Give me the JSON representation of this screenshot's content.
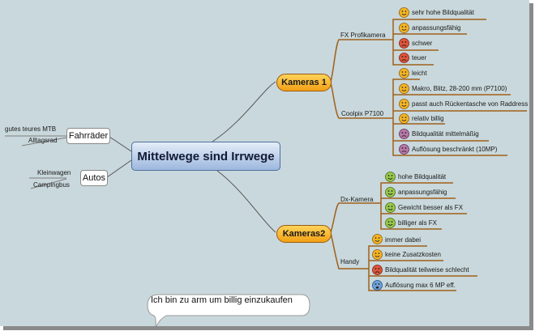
{
  "center": "Mittelwege sind Irrwege",
  "left": {
    "fahrraeder": {
      "label": "Fahrräder",
      "items": [
        "gutes teures MTB",
        "Alltagsrad"
      ]
    },
    "autos": {
      "label": "Autos",
      "items": [
        "Kleinwagen",
        "Campingbus"
      ]
    }
  },
  "kameras1": {
    "label": "Kameras 1",
    "groups": [
      {
        "label": "FX Profikamera",
        "items": [
          {
            "text": "sehr hohe Bildqualität",
            "icon": "smile-face-icon"
          },
          {
            "text": "anpassungsfähig",
            "icon": "smile-face-icon"
          },
          {
            "text": "schwer",
            "icon": "frown-face-icon"
          },
          {
            "text": "teuer",
            "icon": "frown-face-icon"
          }
        ]
      },
      {
        "label": "Coolpix P7100",
        "items": [
          {
            "text": "leicht",
            "icon": "smile-face-icon"
          },
          {
            "text": "Makro, Blitz, 28-200 mm (P7100)",
            "icon": "smile-face-icon"
          },
          {
            "text": "passt auch Rückentasche von Raddress",
            "icon": "smile-face-icon"
          },
          {
            "text": "relativ billig",
            "icon": "smile-face-icon"
          },
          {
            "text": "Bildqualität mittelmäßig",
            "icon": "purple-face-icon"
          },
          {
            "text": "Auflösung beschränkt (10MP)",
            "icon": "purple-face-icon"
          }
        ]
      }
    ]
  },
  "kameras2": {
    "label": "Kameras2",
    "groups": [
      {
        "label": "Dx-Kamera",
        "items": [
          {
            "text": "hohe Bildqualität",
            "icon": "green-face-icon"
          },
          {
            "text": "anpassungsfähig",
            "icon": "green-face-icon"
          },
          {
            "text": "Gewicht besser als FX",
            "icon": "green-face-icon"
          },
          {
            "text": "billiger als FX",
            "icon": "green-face-icon"
          }
        ]
      },
      {
        "label": "Handy",
        "items": [
          {
            "text": "immer dabei",
            "icon": "smile-face-icon"
          },
          {
            "text": "keine Zusatzkosten",
            "icon": "smile-face-icon"
          },
          {
            "text": "Bildqualität teilweise schlecht",
            "icon": "frown-face-icon"
          },
          {
            "text": "Auflösung max 6 MP eff.",
            "icon": "blue-face-icon"
          }
        ]
      }
    ]
  },
  "callout": "Ich bin zu arm um billig einzukaufen",
  "colors": {
    "background": "#c9d8dc",
    "connector": "#a0601a",
    "left_connector": "#7d7d7d",
    "central_fill": "#b8cdea",
    "branch_fill": "#f7b731"
  }
}
